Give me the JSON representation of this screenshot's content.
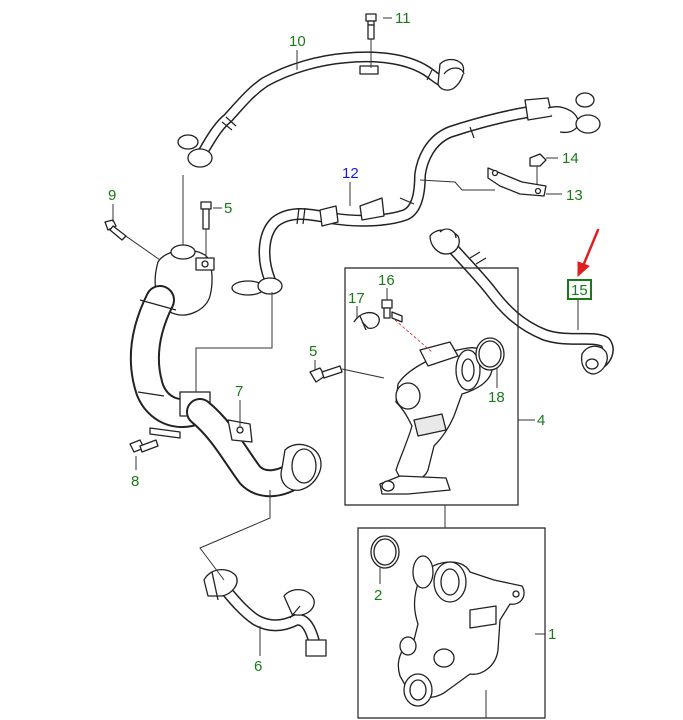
{
  "diagram": {
    "highlight_color": "#e02020",
    "callout_color_default": "#1a7a1a",
    "callout_color_alt": "#1a1ad6",
    "callouts": {
      "c1": "1",
      "c2": "2",
      "c4": "4",
      "c5a": "5",
      "c5b": "5",
      "c6": "6",
      "c7": "7",
      "c8": "8",
      "c9": "9",
      "c10": "10",
      "c11": "11",
      "c12": "12",
      "c13": "13",
      "c14": "14",
      "c15": "15",
      "c16": "16",
      "c17": "17",
      "c18": "18"
    },
    "highlighted_callout": "15",
    "indicator_icon": "red-arrow-icon"
  }
}
